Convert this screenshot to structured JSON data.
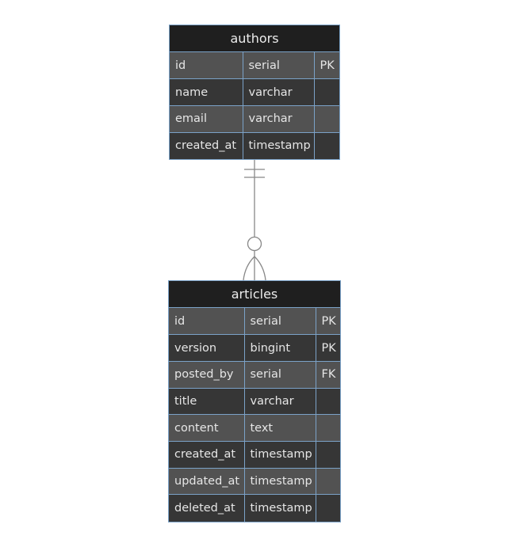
{
  "entities": [
    {
      "name": "authors",
      "attributes": [
        {
          "name": "id",
          "type": "serial",
          "key": "PK"
        },
        {
          "name": "name",
          "type": "varchar",
          "key": ""
        },
        {
          "name": "email",
          "type": "varchar",
          "key": ""
        },
        {
          "name": "created_at",
          "type": "timestamp",
          "key": ""
        }
      ]
    },
    {
      "name": "articles",
      "attributes": [
        {
          "name": "id",
          "type": "serial",
          "key": "PK"
        },
        {
          "name": "version",
          "type": "bingint",
          "key": "PK"
        },
        {
          "name": "posted_by",
          "type": "serial",
          "key": "FK"
        },
        {
          "name": "title",
          "type": "varchar",
          "key": ""
        },
        {
          "name": "content",
          "type": "text",
          "key": ""
        },
        {
          "name": "created_at",
          "type": "timestamp",
          "key": ""
        },
        {
          "name": "updated_at",
          "type": "timestamp",
          "key": ""
        },
        {
          "name": "deleted_at",
          "type": "timestamp",
          "key": ""
        }
      ]
    }
  ],
  "relationship": {
    "from": "authors",
    "to": "articles",
    "from_cardinality": "exactly-one",
    "to_cardinality": "zero-or-more"
  },
  "colors": {
    "header_bg": "#1f1f1f",
    "row_odd": "#525252",
    "row_even": "#363636",
    "border": "#7ba2c8",
    "text": "#e6e6e6",
    "line": "#888888"
  }
}
